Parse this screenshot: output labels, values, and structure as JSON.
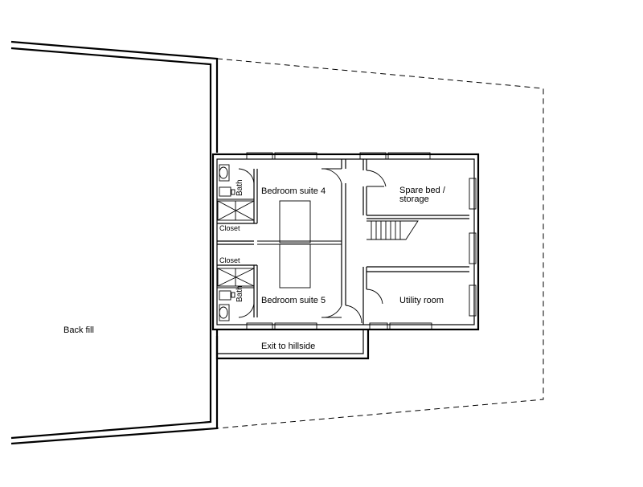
{
  "rooms": {
    "back_fill": "Back fill",
    "bedroom_4": "Bedroom suite 4",
    "bedroom_5": "Bedroom suite 5",
    "spare_line1": "Spare bed /",
    "spare_line2": "storage",
    "utility": "Utility room",
    "exit": "Exit to hillside",
    "bath_top": "Bath",
    "bath_bottom": "Bath",
    "closet_top": "Closet",
    "closet_bottom": "Closet"
  }
}
